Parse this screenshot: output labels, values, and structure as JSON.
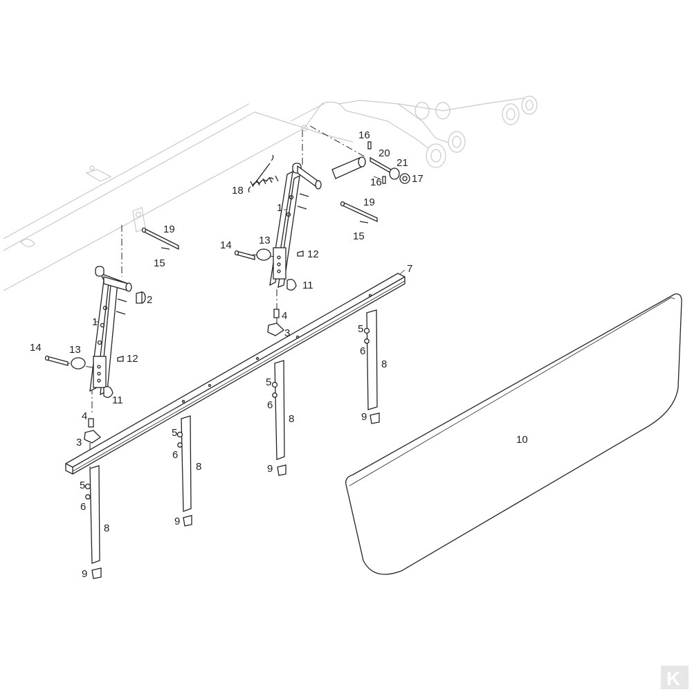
{
  "callouts": {
    "c1a": "1",
    "c1b": "1",
    "c2": "2",
    "c3a": "3",
    "c3b": "3",
    "c4a": "4",
    "c4b": "4",
    "c5a": "5",
    "c5b": "5",
    "c5c": "5",
    "c5d": "5",
    "c6a": "6",
    "c6b": "6",
    "c6c": "6",
    "c6d": "6",
    "c7": "7",
    "c8a": "8",
    "c8b": "8",
    "c8c": "8",
    "c8d": "8",
    "c9a": "9",
    "c9b": "9",
    "c9c": "9",
    "c9d": "9",
    "c10": "10",
    "c11a": "11",
    "c11b": "11",
    "c12a": "12",
    "c12b": "12",
    "c13a": "13",
    "c13b": "13",
    "c14a": "14",
    "c14b": "14",
    "c15a": "15",
    "c15b": "15",
    "c16a": "16",
    "c16b": "16",
    "c17": "17",
    "c18": "18",
    "c19a": "19",
    "c19b": "19",
    "c20": "20",
    "c21": "21"
  },
  "logo": {
    "text": "K",
    "color": "#c8c8c8"
  },
  "colors": {
    "ghost": "#c9c9c9",
    "line": "#222222",
    "background": "#ffffff"
  }
}
